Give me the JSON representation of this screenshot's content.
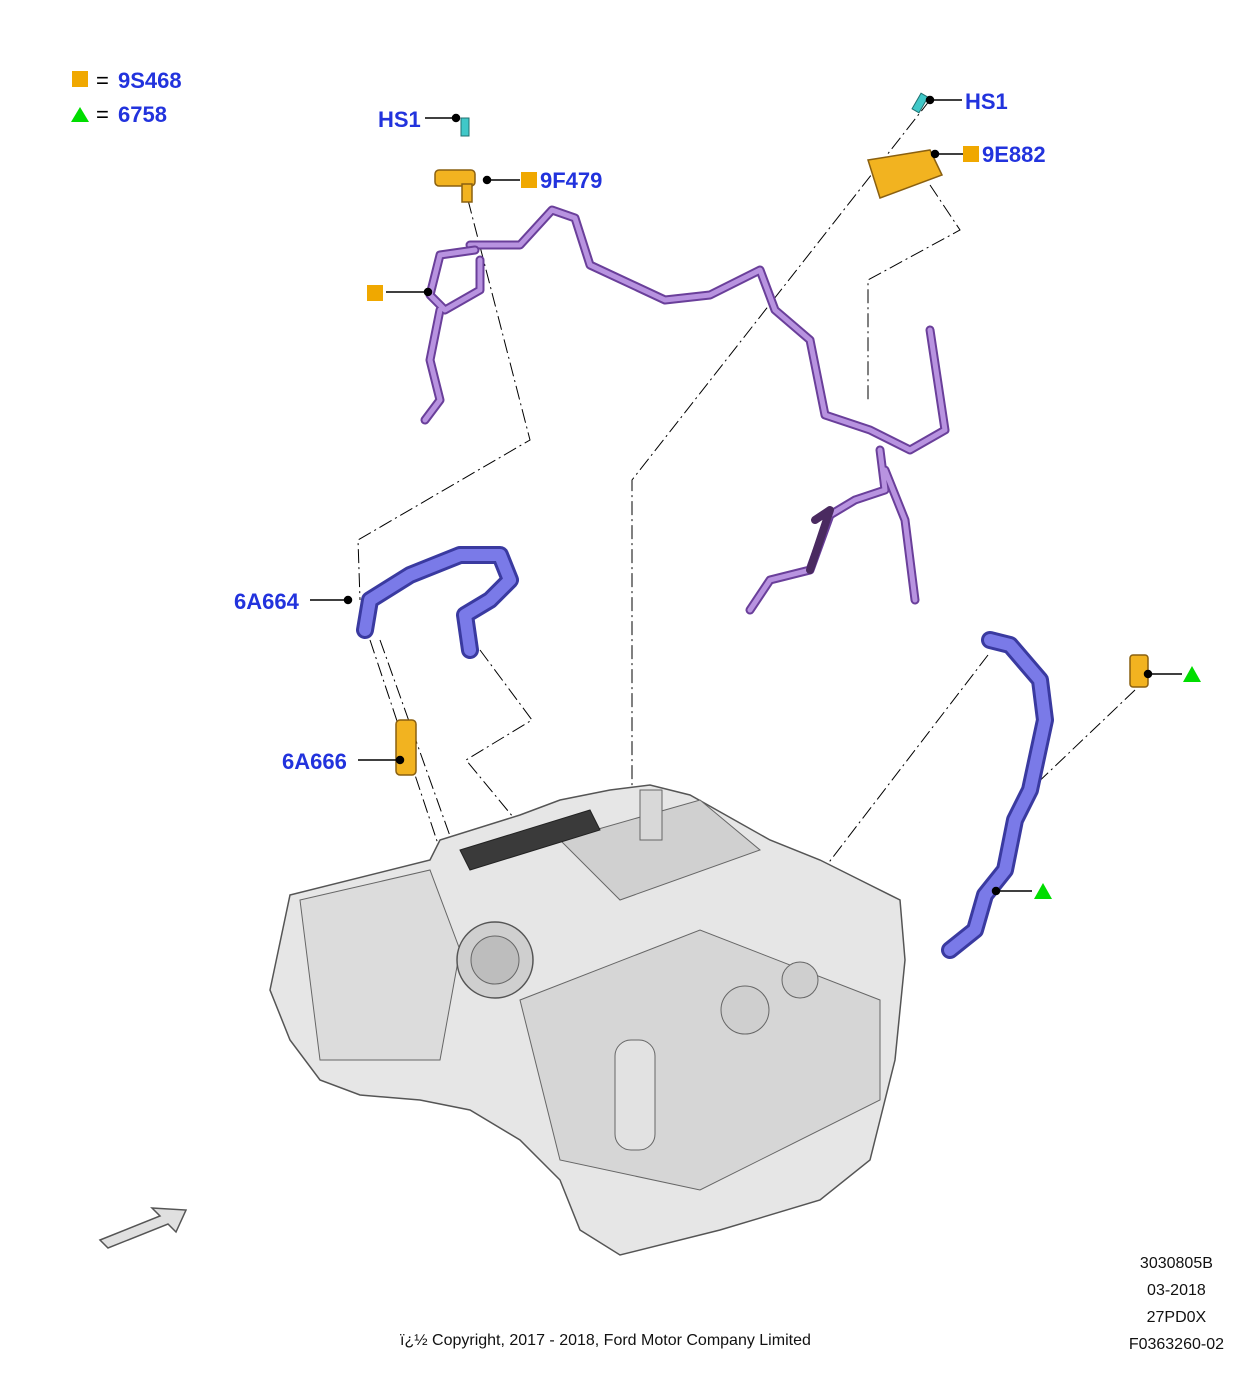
{
  "legend": [
    {
      "symbol": "square",
      "color": "#f0a800",
      "eq": "=",
      "code": "9S468"
    },
    {
      "symbol": "triangle",
      "color": "#00dd00",
      "eq": "=",
      "code": "6758"
    }
  ],
  "callouts": {
    "hs1_left": "HS1",
    "hs1_right": "HS1",
    "p9f479": "9F479",
    "p9e882": "9E882",
    "p6a664": "6A664",
    "p6a666": "6A666"
  },
  "footer": {
    "copyright": "ï¿½ Copyright, 2017 - 2018, Ford Motor Company Limited",
    "meta": [
      "3030805B",
      "03-2018",
      "27PD0X",
      "F0363260-02"
    ]
  },
  "colors": {
    "callout": "#2233dd",
    "harness": "#a070d0",
    "hose": "#6a6ae0",
    "sensor": "#f0b020",
    "clip": "#30c0c0",
    "engine": "#dcdcdc"
  }
}
